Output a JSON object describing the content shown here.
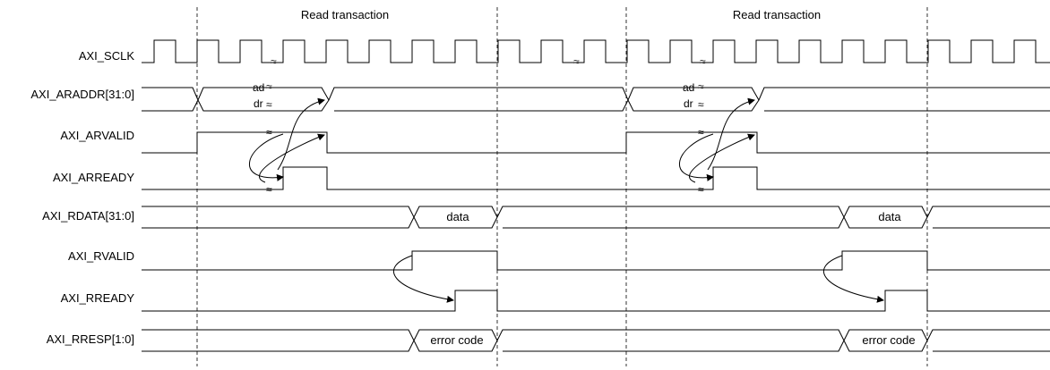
{
  "transaction_labels": [
    "Read transaction",
    "Read transaction"
  ],
  "signals": [
    "AXI_SCLK",
    "AXI_ARADDR[31:0]",
    "AXI_ARVALID",
    "AXI_ARREADY",
    "AXI_RDATA[31:0]",
    "AXI_RVALID",
    "AXI_RREADY",
    "AXI_RRESP[1:0]"
  ],
  "annotations": {
    "addr_line1": "ad",
    "addr_line2": "dr",
    "data": "data",
    "error_code": "error code"
  }
}
